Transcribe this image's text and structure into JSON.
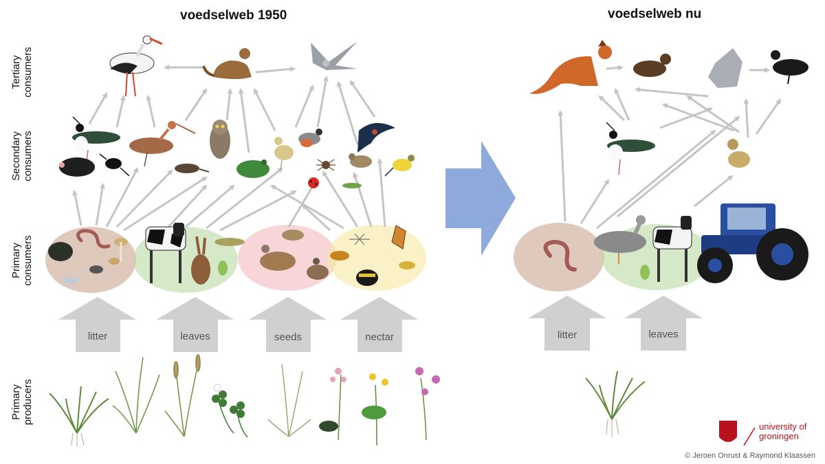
{
  "titles": {
    "before": "voedselweb 1950",
    "after": "voedselweb nu"
  },
  "levels": {
    "tertiary": "Tertiary consumers",
    "secondary": "Secondary consumers",
    "primary_consumers": "Primary consumers",
    "producers": "Primary producers"
  },
  "resource_arrows_before": [
    "litter",
    "leaves",
    "seeds",
    "nectar"
  ],
  "resource_arrows_after": [
    "litter",
    "leaves"
  ],
  "logo": {
    "university_line1": "university of",
    "university_line2": "groningen"
  },
  "credit": "© Jeroen Onrust & Raymond Klaassen",
  "colors": {
    "litter_group": "#c9a58f",
    "leaves_group": "#b9dba4",
    "seeds_group": "#f2b9bf",
    "nectar_group": "#f6e9a0",
    "trophic_arrow": "#c4c4c4",
    "transition_arrow": "#8ea9db",
    "logo_red": "#b5121b"
  }
}
